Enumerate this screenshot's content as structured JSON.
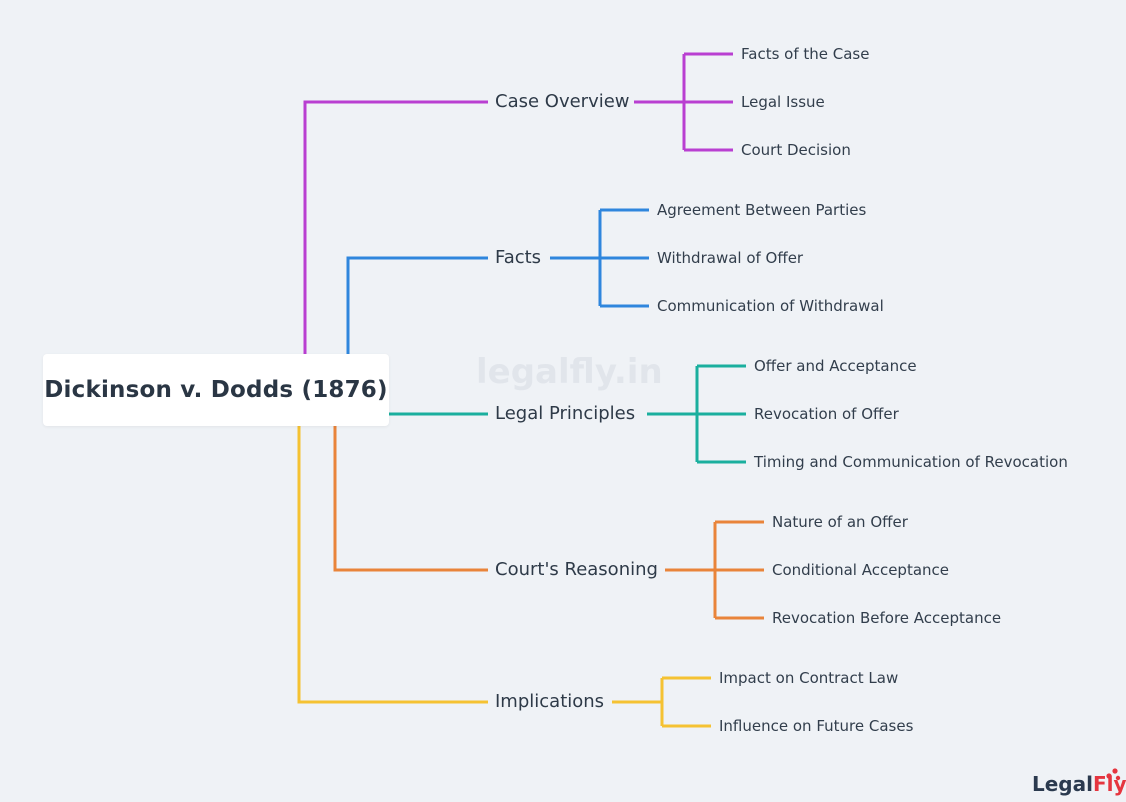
{
  "root": {
    "title": "Dickinson v. Dodds (1876)"
  },
  "watermark": "legalfly.in",
  "logo": {
    "part1": "Legal",
    "part2": "Fly"
  },
  "branches": [
    {
      "label": "Case Overview",
      "color": "#b93fd1",
      "children": [
        "Facts of the Case",
        "Legal Issue",
        "Court Decision"
      ]
    },
    {
      "label": "Facts",
      "color": "#2f86dd",
      "children": [
        "Agreement Between Parties",
        "Withdrawal of Offer",
        "Communication of Withdrawal"
      ]
    },
    {
      "label": "Legal Principles",
      "color": "#1aaf9e",
      "children": [
        "Offer and Acceptance",
        "Revocation of Offer",
        "Timing and Communication of Revocation"
      ]
    },
    {
      "label": "Court's Reasoning",
      "color": "#e9843a",
      "children": [
        "Nature of an Offer",
        "Conditional Acceptance",
        "Revocation Before Acceptance"
      ]
    },
    {
      "label": "Implications",
      "color": "#f5c232",
      "children": [
        "Impact on Contract Law",
        "Influence on Future Cases"
      ]
    }
  ]
}
